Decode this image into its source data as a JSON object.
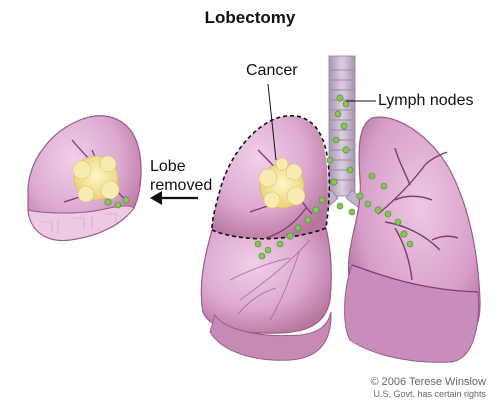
{
  "title": "Lobectomy",
  "labels": {
    "cancer": "Cancer",
    "lymph_nodes": "Lymph nodes",
    "lobe_removed_line1": "Lobe",
    "lobe_removed_line2": "removed"
  },
  "credit": {
    "line1": "© 2006 Terese Winslow",
    "line2": "U.S. Govt. has certain rights"
  },
  "colors": {
    "lung": "#dca9d2",
    "lung_dark": "#b8769f",
    "lung_outline": "#9a5c86",
    "airway": "#7a3d70",
    "trachea": "#c9b7cf",
    "tumor": "#f3e39a",
    "lymph_node": "#86c45a",
    "lymph_node_outline": "#4f8e2d"
  }
}
